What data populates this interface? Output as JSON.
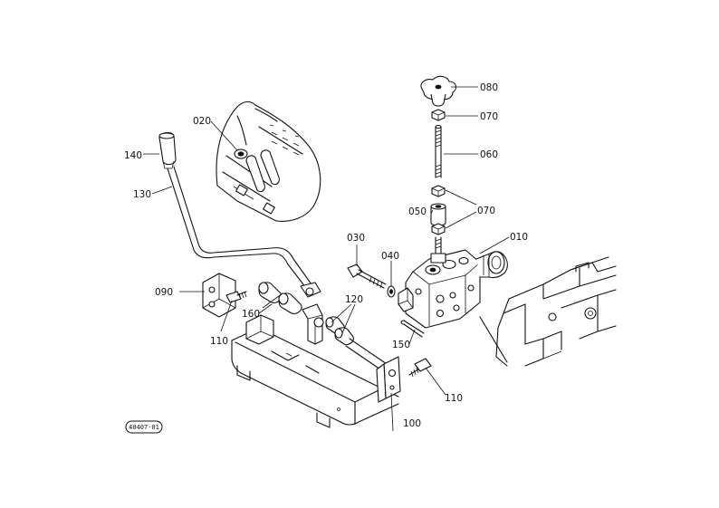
{
  "callouts": {
    "c010": "010",
    "c020": "020",
    "c030": "030",
    "c040": "040",
    "c050": "050",
    "c060": "060",
    "c070a": "070",
    "c070b": "070",
    "c080": "080",
    "c090": "090",
    "c100": "100",
    "c110a": "110",
    "c110b": "110",
    "c120": "120",
    "c130": "130",
    "c140": "140",
    "c150": "150",
    "c160": "160"
  },
  "stamp": {
    "code": "40407-01"
  }
}
